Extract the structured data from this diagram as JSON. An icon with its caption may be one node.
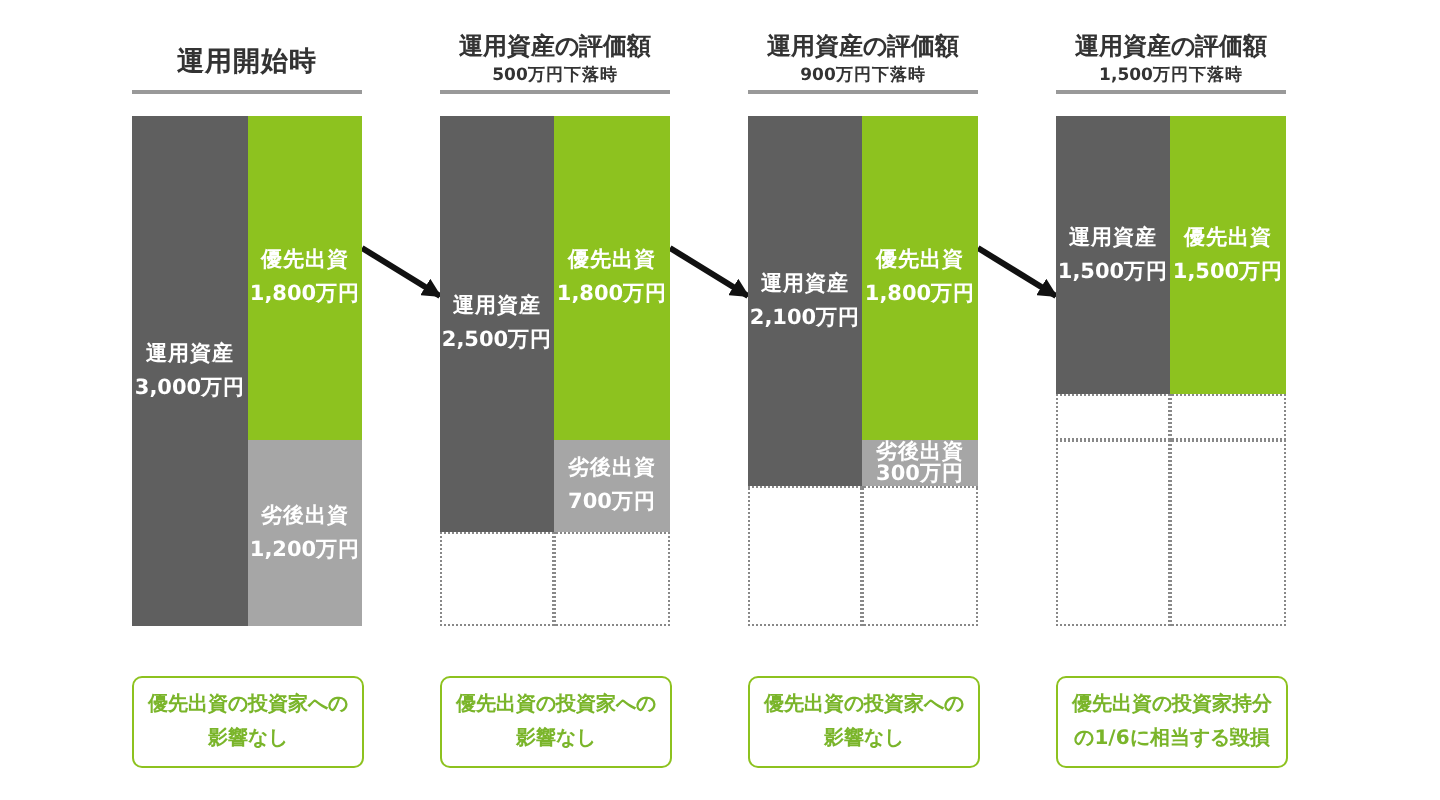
{
  "diagram": {
    "nodes": [
      {
        "text": [
          "運用資産",
          "3,000万円"
        ]
      },
      {
        "text": [
          "優先出資",
          "1,800万円"
        ]
      },
      {
        "text": [
          "劣後出資",
          "1,200万円"
        ]
      },
      {
        "text": [
          "運用資産",
          "2,500万円"
        ]
      },
      {
        "text": [
          "優先出資",
          "1,800万円"
        ]
      },
      {
        "text": [
          "劣後出資",
          "700万円"
        ]
      },
      {
        "text": [],
        "shape": "box"
      },
      {
        "text": [],
        "shape": "box"
      },
      {
        "text": [
          "運用資産",
          "2,100万円"
        ]
      },
      {
        "text": [
          "優先出資",
          "1,800万円"
        ]
      },
      {
        "text": [
          "劣後出資",
          "300万円"
        ]
      },
      {
        "text": [],
        "shape": "box"
      },
      {
        "text": [],
        "shape": "box"
      },
      {
        "text": [
          "運用資産",
          "1,500万円"
        ]
      },
      {
        "text": [
          "優先出資",
          "1,500万円"
        ]
      },
      {
        "text": [],
        "shape": "box"
      },
      {
        "text": [],
        "shape": "box"
      },
      {
        "text": [],
        "shape": "box"
      },
      {
        "text": [],
        "shape": "box"
      },
      {
        "text": [
          "優先出資の投資家への影響なし"
        ]
      },
      {
        "text": [
          "優先出資の投資家への影響なし"
        ]
      },
      {
        "text": [
          "優先出資の投資家への影響なし"
        ]
      },
      {
        "text": [
          "優先出資の投資家持分の1/6に相当する毀損"
        ]
      }
    ],
    "edges": [
      {
        "from": 1,
        "to": 3,
        "arrow": "to"
      },
      {
        "from": 4,
        "to": 8,
        "arrow": "to"
      },
      {
        "from": 9,
        "to": 13,
        "arrow": "to"
      }
    ],
    "labels": [
      "運用開始時",
      "運用資産の評価額",
      "500万円下落時",
      "運用資産の評価額",
      "900万円下落時",
      "運用資産の評価額",
      "1,500万円下落時"
    ]
  }
}
